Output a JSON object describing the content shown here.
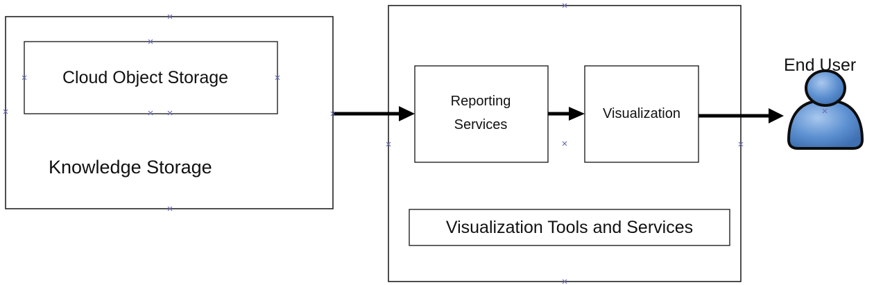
{
  "diagram": {
    "knowledge_storage": {
      "label": "Knowledge Storage"
    },
    "cloud_object_storage": {
      "label": "Cloud Object Storage"
    },
    "reporting_services": {
      "line1": "Reporting",
      "line2": "Services"
    },
    "visualization": {
      "label": "Visualization"
    },
    "tools_and_services": {
      "label": "Visualization Tools and Services"
    },
    "end_user": {
      "label": "End User"
    }
  },
  "colors": {
    "stroke": "#222222",
    "arrow": "#000000",
    "handle": "#6a6fb5",
    "user_fill": "#5b8fd0",
    "user_outline": "#0d0d0d"
  },
  "icons": [
    "user-icon"
  ]
}
